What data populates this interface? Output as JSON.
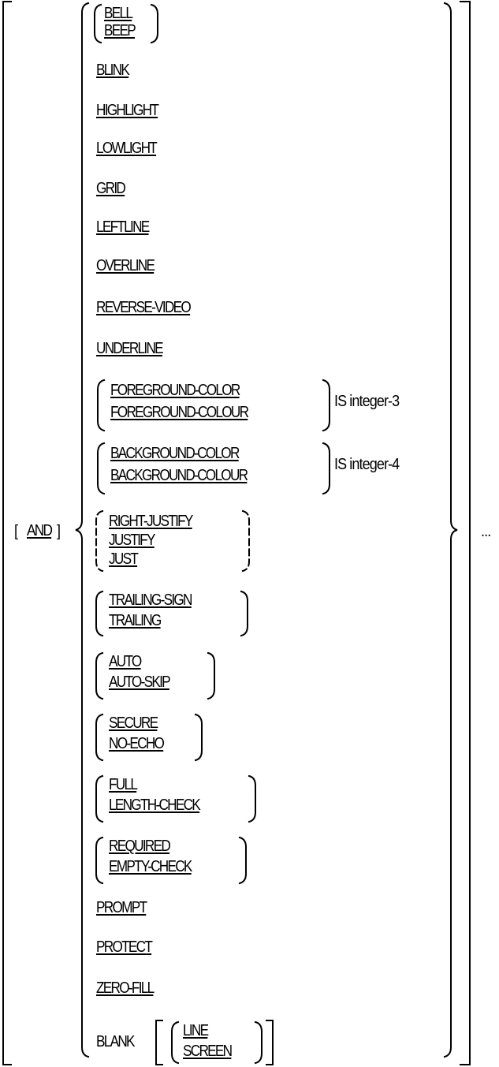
{
  "syntax": {
    "and_keyword": "AND",
    "ellipsis": "...",
    "bell_group": [
      "BELL",
      "BEEP"
    ],
    "blink": "BLINK",
    "highlight": "HIGHLIGHT",
    "lowlight": "LOWLIGHT",
    "grid": "GRID",
    "leftline": "LEFTLINE",
    "overline": "OVERLINE",
    "reverse_video": "REVERSE-VIDEO",
    "underline": "UNDERLINE",
    "foreground_group": [
      "FOREGROUND-COLOR",
      "FOREGROUND-COLOUR"
    ],
    "foreground_suffix": "IS integer-3",
    "background_group": [
      "BACKGROUND-COLOR",
      "BACKGROUND-COLOUR"
    ],
    "background_suffix": "IS integer-4",
    "justify_group": [
      "RIGHT-JUSTIFY",
      "JUSTIFY",
      "JUST"
    ],
    "trailing_group": [
      "TRAILING-SIGN",
      "TRAILING"
    ],
    "auto_group": [
      "AUTO",
      "AUTO-SKIP"
    ],
    "secure_group": [
      "SECURE",
      "NO-ECHO"
    ],
    "full_group": [
      "FULL",
      "LENGTH-CHECK"
    ],
    "required_group": [
      "REQUIRED",
      "EMPTY-CHECK"
    ],
    "prompt": "PROMPT",
    "protect": "PROTECT",
    "zero_fill": "ZERO-FILL",
    "blank": "BLANK",
    "blank_group": [
      "LINE",
      "SCREEN"
    ]
  }
}
